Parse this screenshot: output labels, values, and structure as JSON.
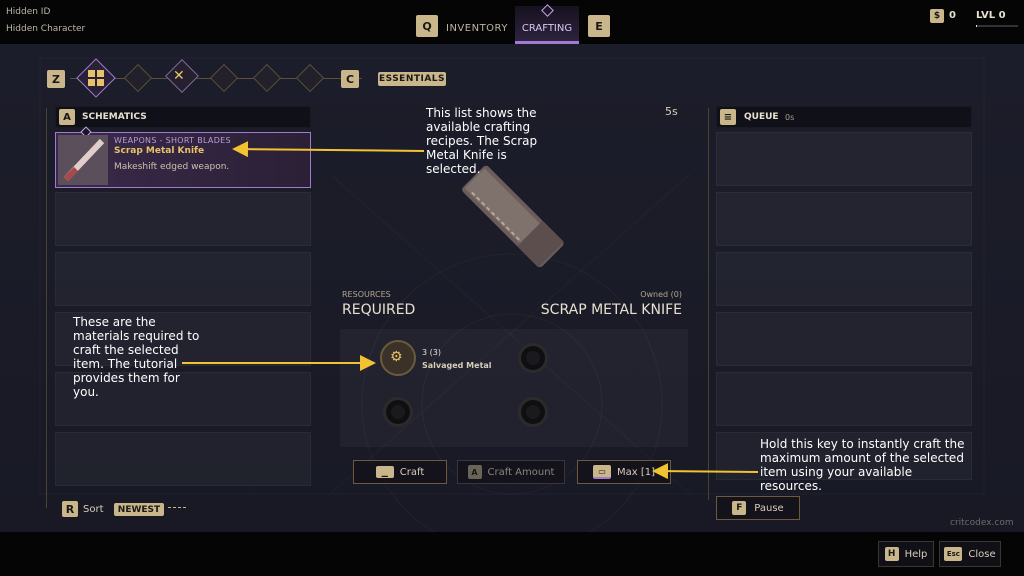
{
  "header": {
    "hidden_id": "Hidden ID",
    "hidden_character": "Hidden Character",
    "key_q": "Q",
    "key_e": "E",
    "tabs": [
      {
        "label": "INVENTORY",
        "active": false
      },
      {
        "label": "CRAFTING",
        "active": true
      }
    ],
    "currency_value": "0",
    "level_label": "LVL 0"
  },
  "category_bar": {
    "key_z": "Z",
    "key_c": "C",
    "active_category": "ESSENTIALS"
  },
  "schematics": {
    "title": "SCHEMATICS",
    "selected_item": {
      "category": "WEAPONS - SHORT BLADES",
      "name": "Scrap Metal Knife",
      "description": "Makeshift edged weapon."
    },
    "sort_key": "R",
    "sort_label": "Sort",
    "sort_value": "NEWEST"
  },
  "center": {
    "craft_time": "5s",
    "resources_label": "RESOURCES",
    "required_label": "REQUIRED",
    "owned_label": "Owned (0)",
    "item_name": "SCRAP METAL KNIFE",
    "resource": {
      "count": "3 (3)",
      "name": "Salvaged Metal"
    },
    "craft_button": "Craft",
    "craft_amount_key": "A",
    "craft_amount_button": "Craft Amount",
    "max_button": "Max [1]"
  },
  "queue": {
    "title": "QUEUE",
    "time": "0s",
    "pause_key": "F",
    "pause_label": "Pause"
  },
  "annotations": {
    "list_note": "This list shows the available crafting recipes. The Scrap Metal Knife is selected.",
    "materials_note": "These are the materials required to craft the selected item. The tutorial provides them for you.",
    "max_note": "Hold this key to instantly craft the maximum amount of the selected item using your available resources."
  },
  "footer": {
    "watermark": "critcodex.com",
    "help_key": "H",
    "help_label": "Help",
    "close_key": "Esc",
    "close_label": "Close"
  },
  "colors": {
    "accent_purple": "#a07ad0",
    "gold": "#e6c36a",
    "annotation_arrow": "#f2c230"
  }
}
